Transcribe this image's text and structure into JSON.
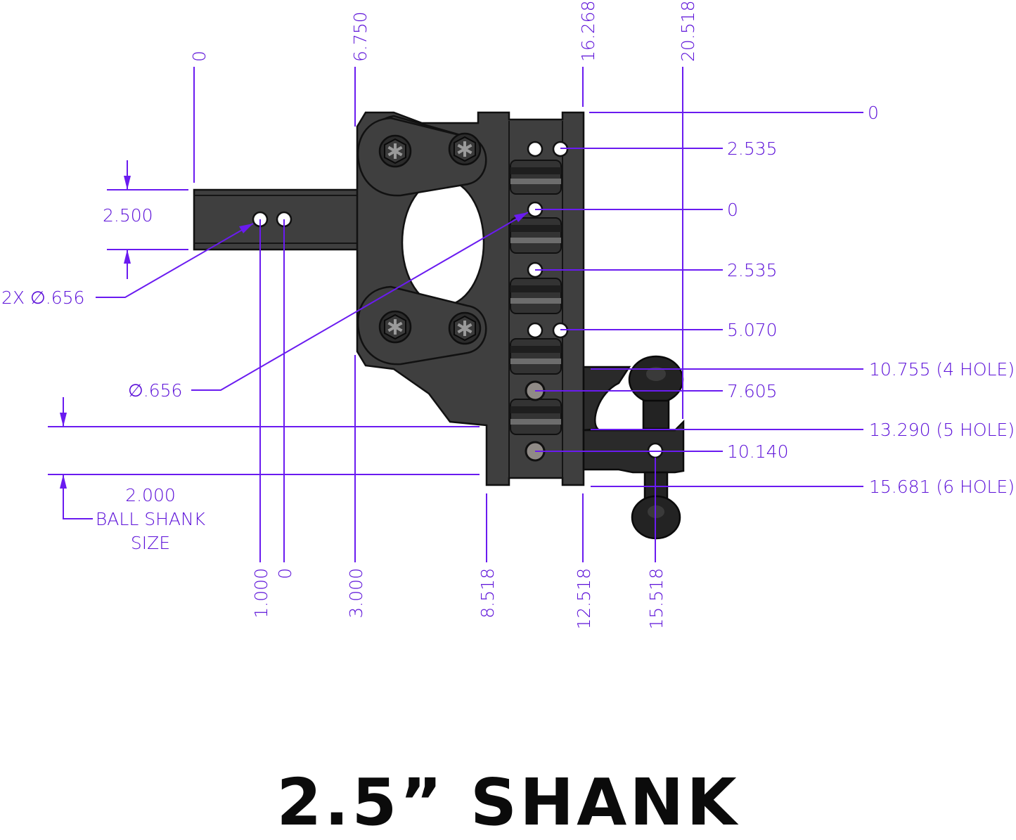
{
  "title": "2.5” SHANK",
  "colors": {
    "dimension": "#5b0fd8",
    "part_body": "#3f3f3f",
    "part_outline": "#111111",
    "pin": "#8f8a86",
    "background": "#ffffff",
    "title_text": "#0b0b0b"
  },
  "dimensions": {
    "top_horizontal": [
      {
        "id": "x-0",
        "label": "0"
      },
      {
        "id": "x-6750",
        "label": "6.750"
      },
      {
        "id": "x-16268",
        "label": "16.268"
      },
      {
        "id": "x-20518",
        "label": "20.518"
      }
    ],
    "bottom_horizontal": [
      {
        "id": "x-1000",
        "label": "1.000"
      },
      {
        "id": "x-0-bottom",
        "label": "0"
      },
      {
        "id": "x-3000",
        "label": "3.000"
      },
      {
        "id": "x-8518",
        "label": "8.518"
      },
      {
        "id": "x-12518",
        "label": "12.518"
      },
      {
        "id": "x-15518",
        "label": "15.518"
      }
    ],
    "right_vertical": [
      {
        "id": "y-0-top",
        "label": "0"
      },
      {
        "id": "y-2535-a",
        "label": "2.535"
      },
      {
        "id": "y-0-mid",
        "label": "0"
      },
      {
        "id": "y-2535-b",
        "label": "2.535"
      },
      {
        "id": "y-5070",
        "label": "5.070"
      },
      {
        "id": "y-7605",
        "label": "7.605"
      },
      {
        "id": "y-10140",
        "label": "10.140"
      }
    ],
    "hole_options": [
      {
        "id": "drop-4-hole",
        "label": "10.755 (4 HOLE)"
      },
      {
        "id": "drop-5-hole",
        "label": "13.290 (5 HOLE)"
      },
      {
        "id": "drop-6-hole",
        "label": "15.681 (6 HOLE)"
      }
    ],
    "shank_height": "2.500",
    "shank_holes_callout": "2X ∅.656",
    "pivot_hole_callout": "∅.656",
    "ball_shank": {
      "value": "2.000",
      "line1": "BALL SHANK",
      "line2": "SIZE"
    }
  }
}
